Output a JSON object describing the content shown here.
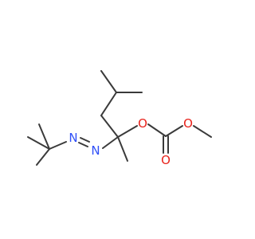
{
  "molecule": {
    "atoms": {
      "o_ether": {
        "label": "O",
        "color": "#e8221b"
      },
      "o_ester": {
        "label": "O",
        "color": "#e8221b"
      },
      "o_carbonyl": {
        "label": "O",
        "color": "#e8221b"
      },
      "n_left": {
        "label": "N",
        "color": "#3050f8"
      },
      "n_right": {
        "label": "N",
        "color": "#3050f8"
      }
    },
    "bond_color": "#3a3a3a"
  }
}
